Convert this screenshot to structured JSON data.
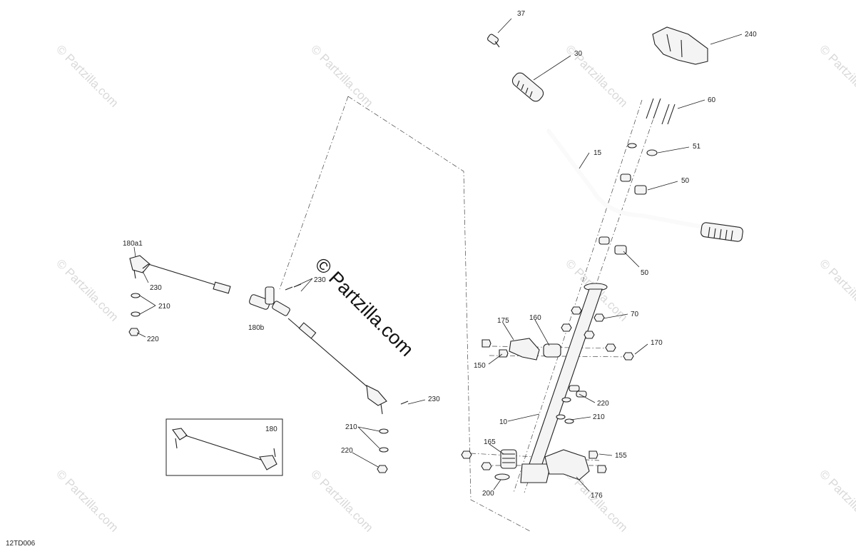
{
  "diagram": {
    "code": "12TD006",
    "center_watermark": "© Partzilla.com",
    "tile_watermark": "© Partzilla.com",
    "callouts": {
      "c37": "37",
      "c240": "240",
      "c30": "30",
      "c60": "60",
      "c51": "51",
      "c15": "15",
      "c50a": "50",
      "c50b": "50",
      "c70": "70",
      "c175": "175",
      "c160": "160",
      "c170": "170",
      "c150": "150",
      "c220r": "220",
      "c210r": "210",
      "c10": "10",
      "c165": "165",
      "c155": "155",
      "c200": "200",
      "c176": "176",
      "c180a1": "180a1",
      "c230a": "230",
      "c210a": "210",
      "c220a": "220",
      "c230b": "230",
      "c180b": "180b",
      "c230c": "230",
      "c210b": "210",
      "c220b": "220",
      "c180": "180"
    }
  }
}
